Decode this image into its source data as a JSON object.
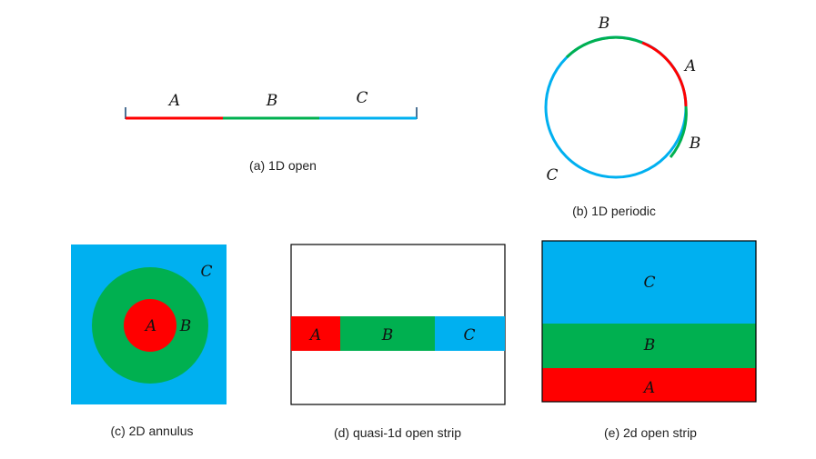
{
  "colors": {
    "A": "#ff0000",
    "B": "#00b050",
    "C": "#00b0f0",
    "frame": "#000000",
    "tick": "#1f4e79"
  },
  "panel_a": {
    "caption": "(a) 1D open",
    "labels": {
      "A": "A",
      "B": "B",
      "C": "C"
    }
  },
  "panel_b": {
    "caption": "(b) 1D periodic",
    "labels": {
      "B_top": "B",
      "A": "A",
      "B_right": "B",
      "C": "C"
    }
  },
  "panel_c": {
    "caption": "(c) 2D annulus",
    "labels": {
      "A": "A",
      "B": "B",
      "C": "C"
    }
  },
  "panel_d": {
    "caption": "(d) quasi-1d open strip",
    "labels": {
      "A": "A",
      "B": "B",
      "C": "C"
    }
  },
  "panel_e": {
    "caption": "(e) 2d open strip",
    "labels": {
      "C": "C",
      "B": "B",
      "A": "A"
    }
  }
}
